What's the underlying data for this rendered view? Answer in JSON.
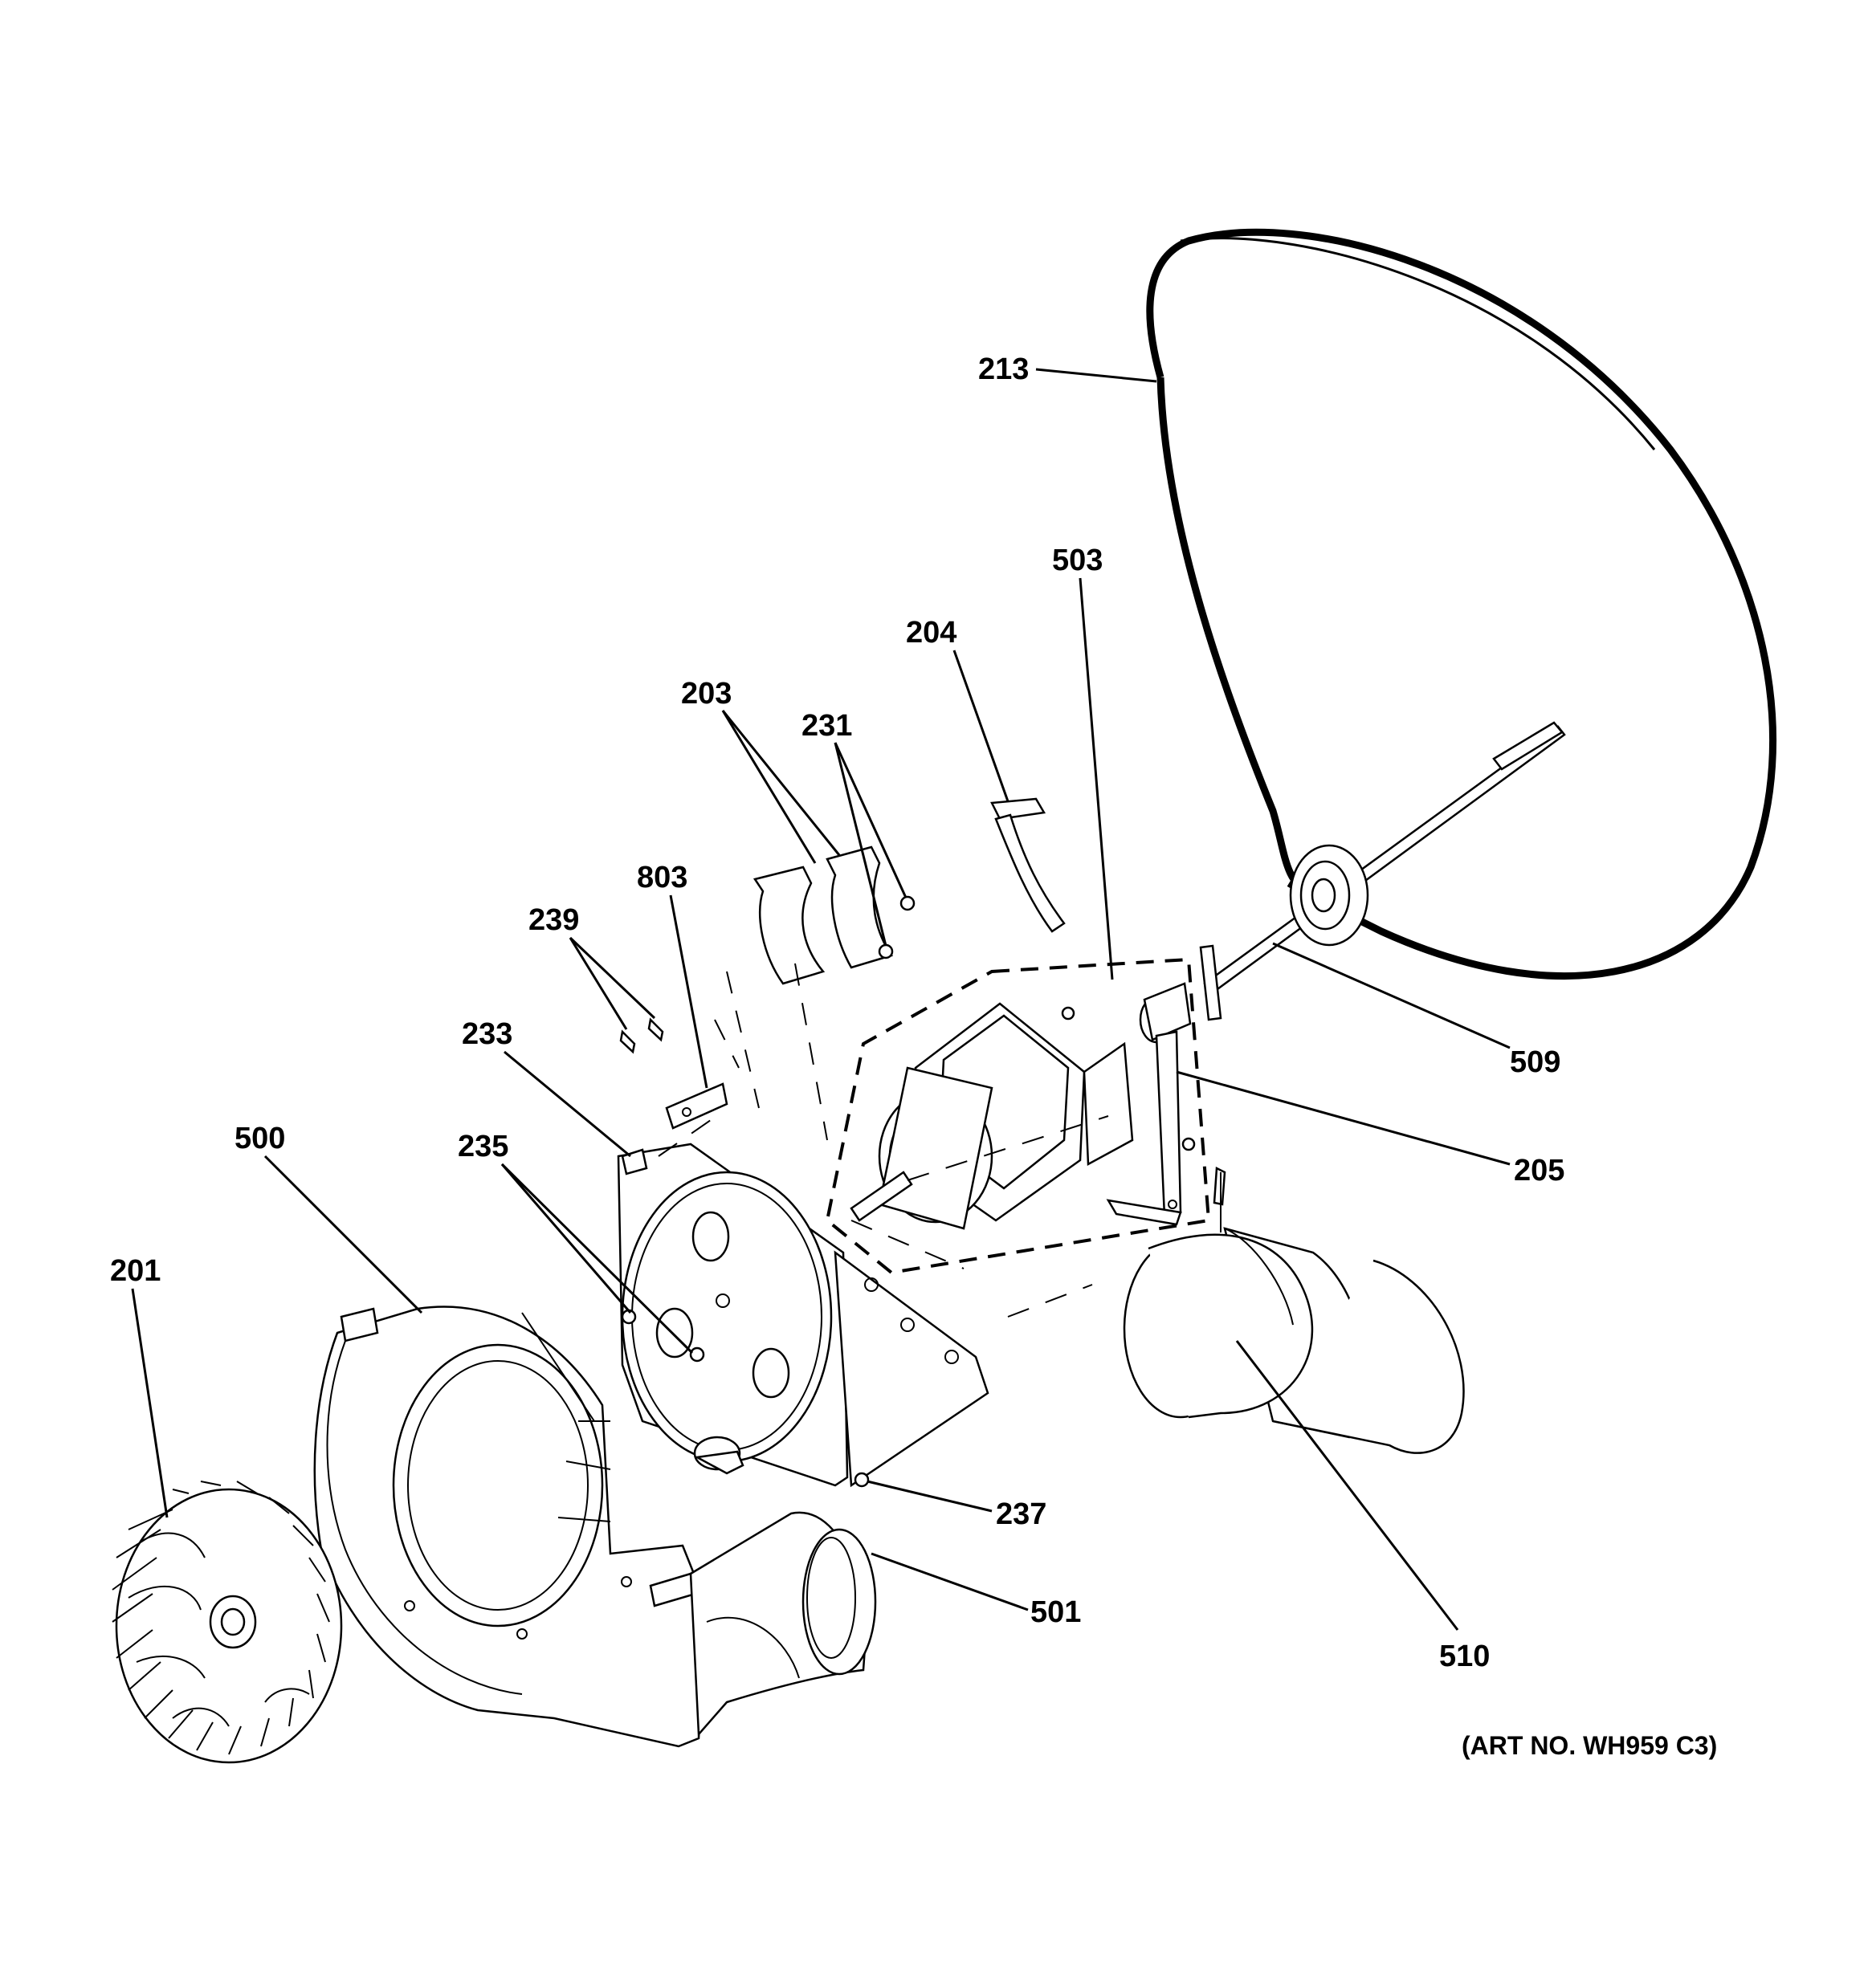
{
  "diagram": {
    "art_number": "(ART NO. WH959 C3)",
    "callouts": [
      {
        "id": "213",
        "text": "213"
      },
      {
        "id": "503",
        "text": "503"
      },
      {
        "id": "204",
        "text": "204"
      },
      {
        "id": "203",
        "text": "203"
      },
      {
        "id": "231",
        "text": "231"
      },
      {
        "id": "803",
        "text": "803"
      },
      {
        "id": "239",
        "text": "239"
      },
      {
        "id": "233",
        "text": "233"
      },
      {
        "id": "500",
        "text": "500"
      },
      {
        "id": "235",
        "text": "235"
      },
      {
        "id": "201",
        "text": "201"
      },
      {
        "id": "509",
        "text": "509"
      },
      {
        "id": "205",
        "text": "205"
      },
      {
        "id": "237",
        "text": "237"
      },
      {
        "id": "501",
        "text": "501"
      },
      {
        "id": "510",
        "text": "510"
      }
    ]
  }
}
